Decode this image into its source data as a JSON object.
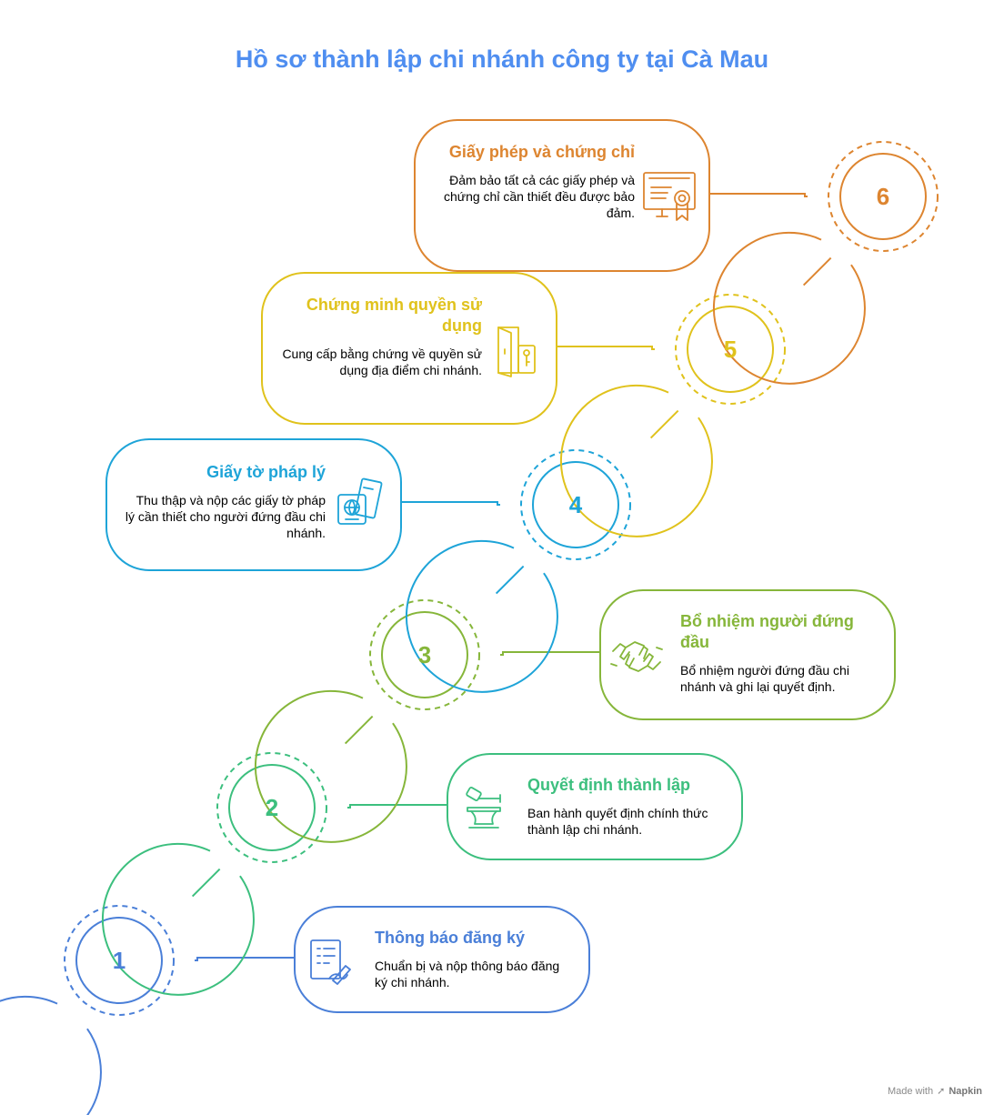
{
  "title": "Hồ sơ thành lập chi nhánh công ty tại Cà Mau",
  "steps": [
    {
      "number": "1",
      "title": "Thông báo đăng ký",
      "description": "Chuẩn bị và nộp thông báo đăng ký chi nhánh.",
      "color": "#4a7fd8",
      "icon": "document-signing-icon"
    },
    {
      "number": "2",
      "title": "Quyết định thành lập",
      "description": "Ban hành quyết định chính thức thành lập chi nhánh.",
      "color": "#3cbf7e",
      "icon": "gavel-icon"
    },
    {
      "number": "3",
      "title": "Bổ nhiệm người đứng đầu",
      "description": "Bổ nhiệm người đứng đầu chi nhánh và ghi lại quyết định.",
      "color": "#86b63a",
      "icon": "handshake-icon"
    },
    {
      "number": "4",
      "title": "Giấy tờ pháp lý",
      "description": "Thu thập và nộp các giấy tờ pháp lý cần thiết cho người đứng đầu chi nhánh.",
      "color": "#1ea4d8",
      "icon": "passport-ticket-icon"
    },
    {
      "number": "5",
      "title": "Chứng minh quyền sử dụng",
      "description": "Cung cấp bằng chứng về quyền sử dụng địa điểm chi nhánh.",
      "color": "#e0c21c",
      "icon": "door-key-icon"
    },
    {
      "number": "6",
      "title": "Giấy phép và chứng chỉ",
      "description": "Đảm bảo tất cả các giấy phép và chứng chỉ cần thiết đều được bảo đảm.",
      "color": "#dd8530",
      "icon": "certificate-icon"
    }
  ],
  "footer": {
    "made_with": "Made with",
    "brand": "Napkin"
  }
}
